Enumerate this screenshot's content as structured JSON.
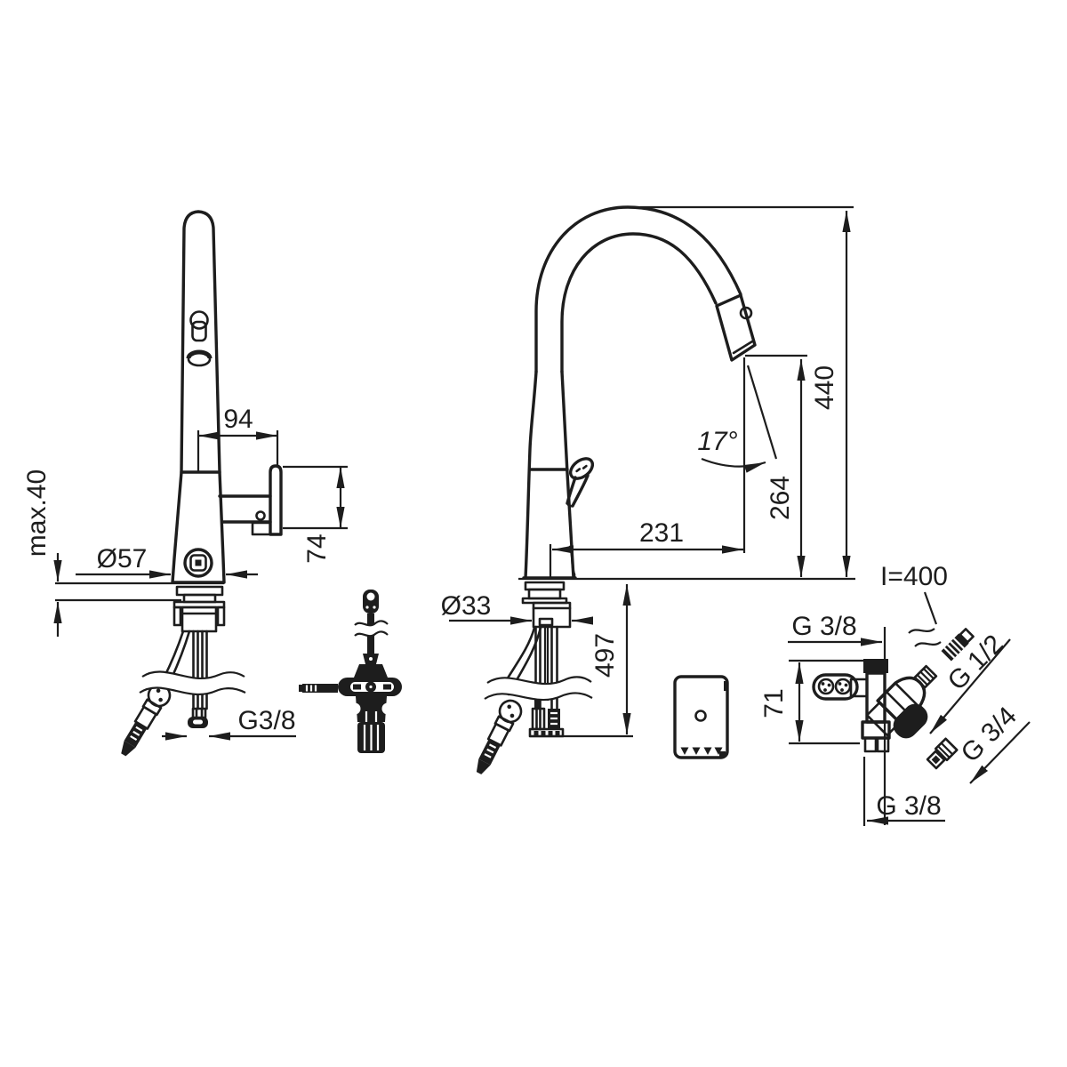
{
  "page": {
    "background": "#ffffff",
    "ink_color": "#1d1d1d"
  },
  "side_view": {
    "spout_offset": "94",
    "holder_height": "74",
    "base_diameter": "Ø57",
    "deck_thickness": "max.40",
    "supply_thread": "G3/8"
  },
  "front_view": {
    "shank_diameter": "Ø33",
    "under_counter_length": "497",
    "spout_reach": "231",
    "outlet_height": "264",
    "total_height": "440",
    "spray_angle": "17°"
  },
  "valve_view": {
    "hose_length": "I=400",
    "thread_top": "G 3/8",
    "valve_height": "71",
    "thread_mid": "G 1/2",
    "thread_low": "G 3/4",
    "thread_bottom": "G 3/8"
  }
}
